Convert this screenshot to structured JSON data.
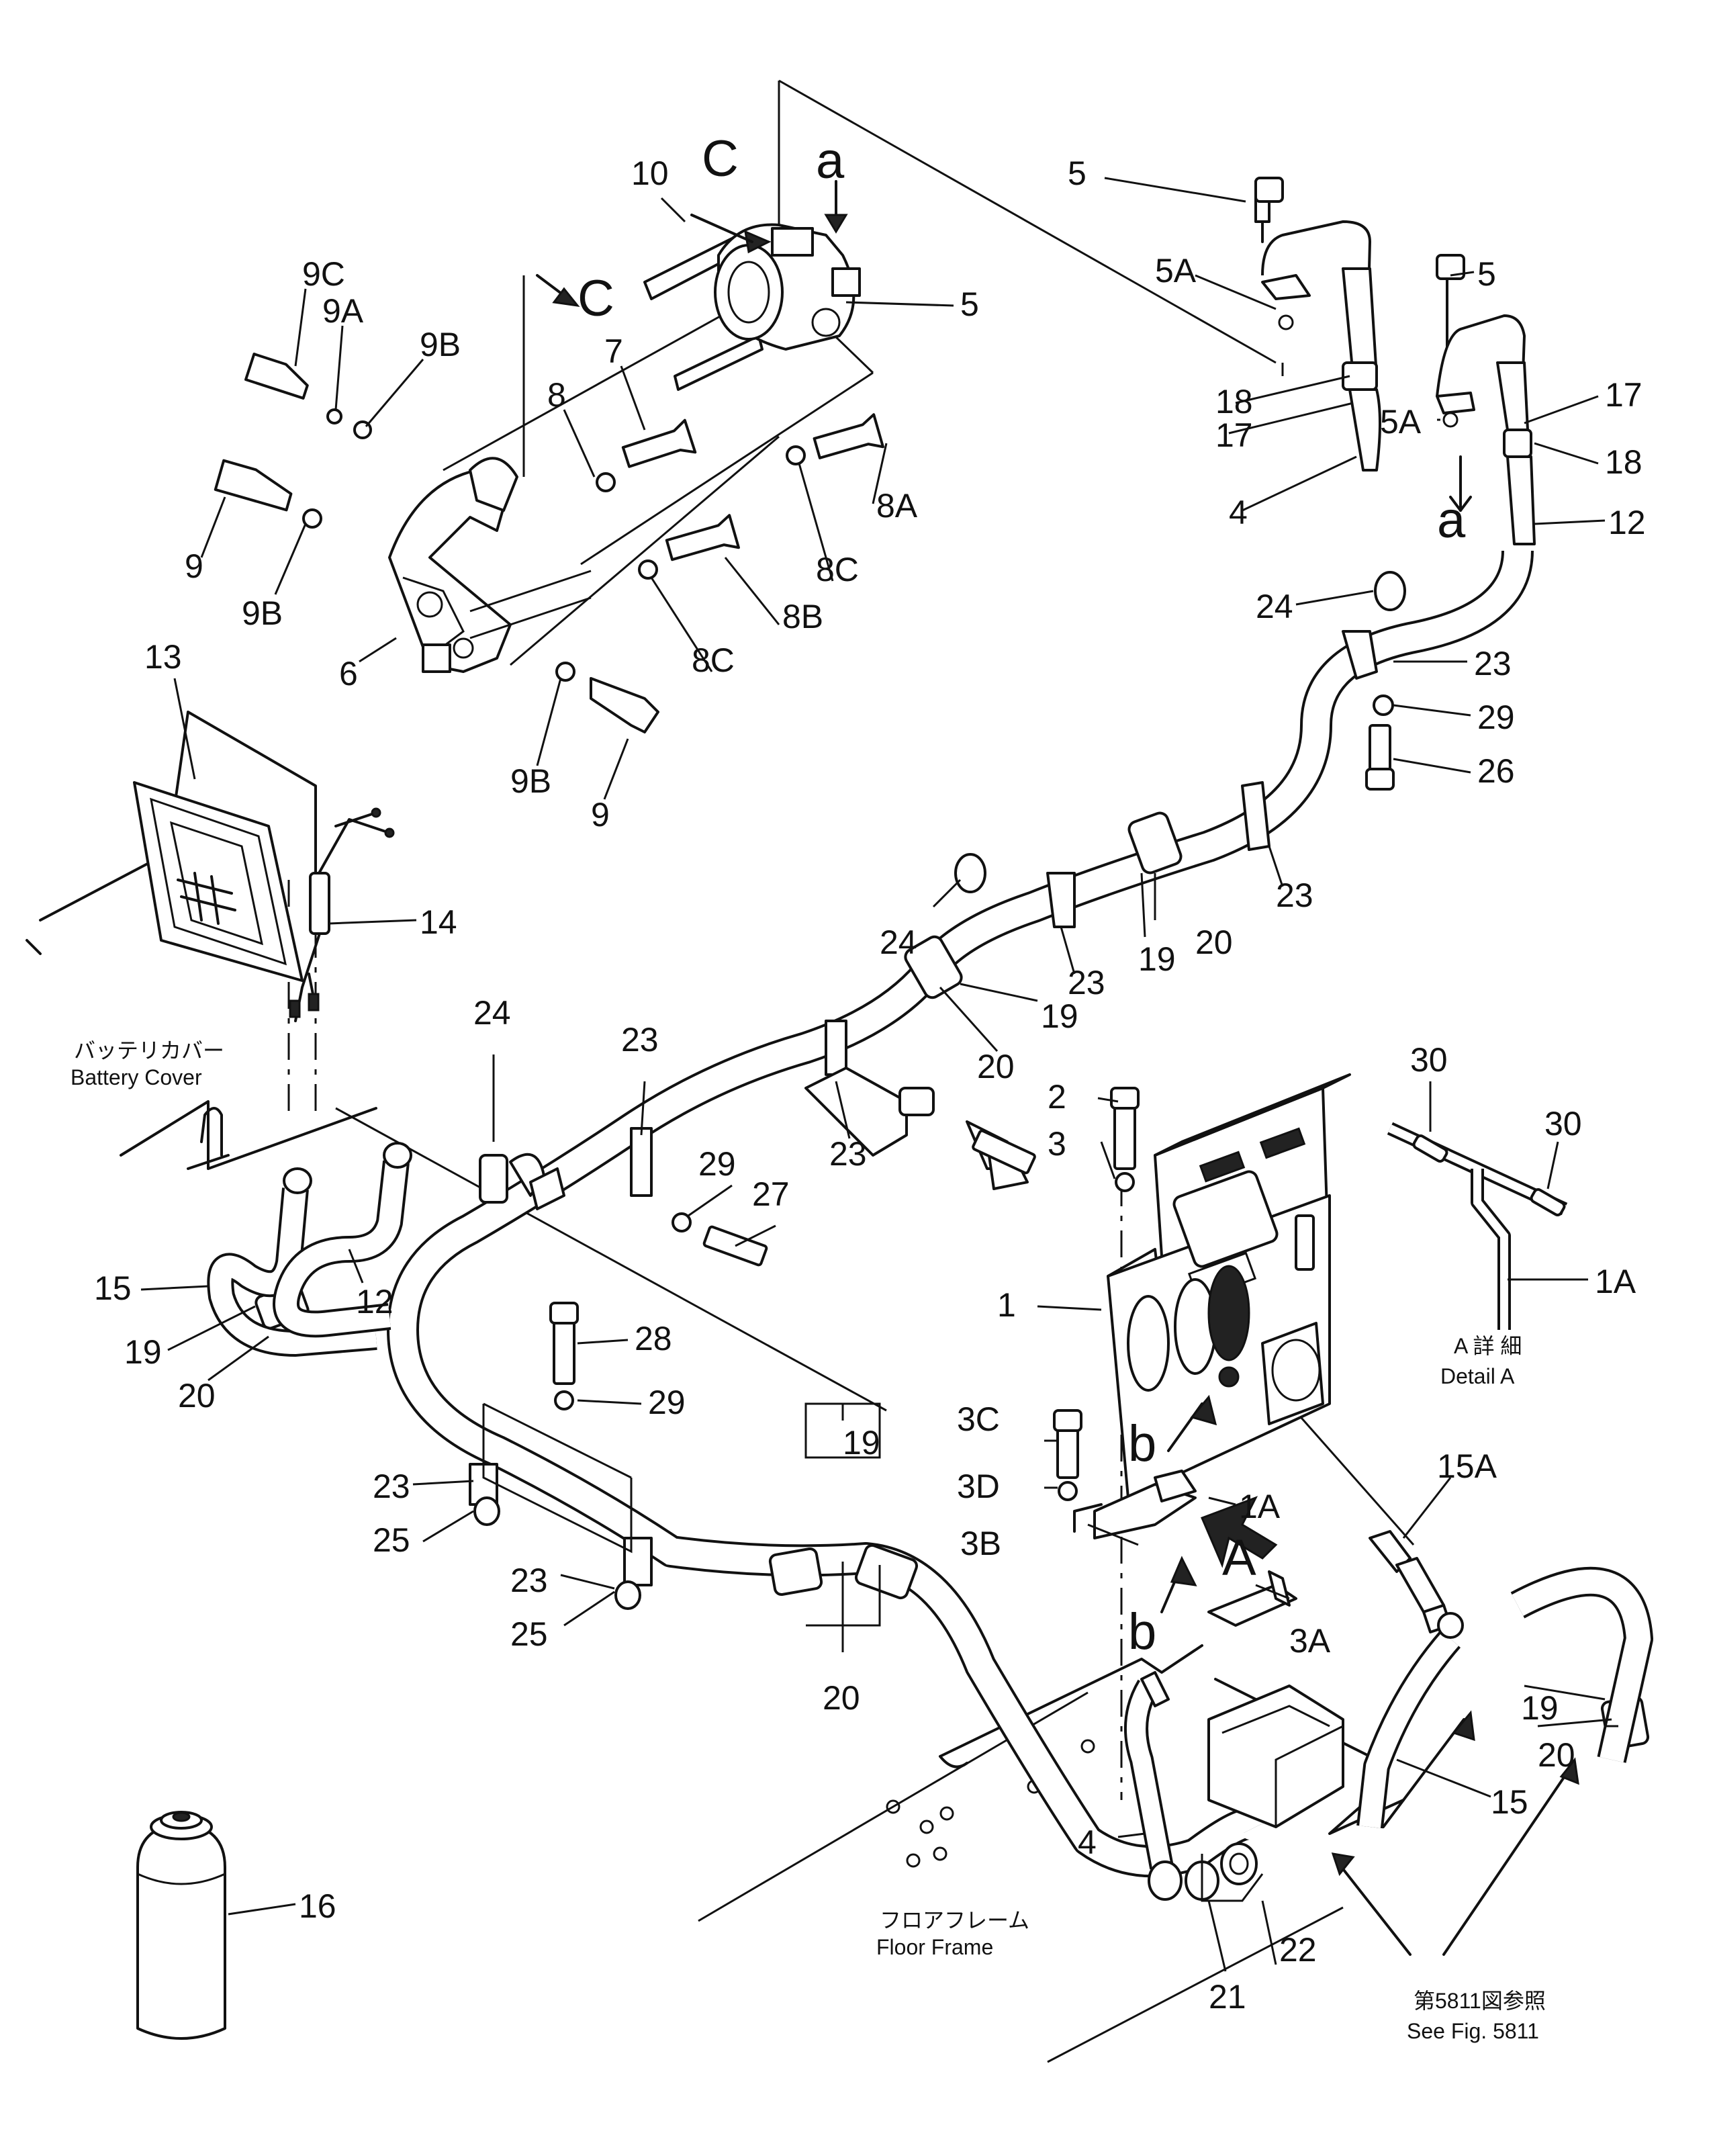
{
  "labels": {
    "p10": "10",
    "pC1": "C",
    "pa1": "a",
    "p5a": "5",
    "p9C": "9C",
    "p9A": "9A",
    "p9B_1": "9B",
    "pC2": "C",
    "p7": "7",
    "p8": "8",
    "p8A": "8A",
    "p9_1": "9",
    "p9B_2": "9B",
    "p8C_1": "8C",
    "p8B": "8B",
    "p6": "6",
    "p8C_2": "8C",
    "p9B_3": "9B",
    "p9_2": "9",
    "p5b": "5",
    "p5A_1": "5A",
    "p5c": "5",
    "p18_1": "18",
    "p17_1": "17",
    "p17_2": "17",
    "p5A_2": "5A",
    "p18_2": "18",
    "pa2": "a",
    "p4_1": "4",
    "p12_1": "12",
    "p24_1": "24",
    "p23_1": "23",
    "p29_1": "29",
    "p26": "26",
    "p13": "13",
    "p14": "14",
    "p23_2": "23",
    "p24_2": "24",
    "p19_1": "19",
    "p20_1": "20",
    "p23_3": "23",
    "p19_2": "19",
    "p20_2": "20",
    "p24_3": "24",
    "p23_4": "23",
    "p2": "2",
    "p3": "3",
    "p30_1": "30",
    "p30_2": "30",
    "p29_2": "29",
    "p27": "27",
    "p23_5": "23",
    "p1": "1",
    "p1A_1": "1A",
    "p15_1": "15",
    "p12_2": "12",
    "p19_3": "19",
    "p20_3": "20",
    "p28": "28",
    "p29_3": "29",
    "p3C": "3C",
    "pb1": "b",
    "p3D": "3D",
    "p1A_2": "1A",
    "p19_4": "19",
    "p23_6": "23",
    "p25_1": "25",
    "p3B": "3B",
    "pA": "A",
    "p15A": "15A",
    "p23_7": "23",
    "p25_2": "25",
    "pb2": "b",
    "p3A": "3A",
    "p20_4": "20",
    "p19_5": "19",
    "p20_5": "20",
    "p15_2": "15",
    "p4_2": "4",
    "p16": "16",
    "p21": "21",
    "p22": "22"
  },
  "captions": {
    "battery_cover_jp": "バッテリカバー",
    "battery_cover_en": "Battery Cover",
    "detail_a_jp": "A 詳 細",
    "detail_a_en": "Detail A",
    "floor_frame_jp": "フロアフレーム",
    "floor_frame_en": "Floor Frame",
    "see_fig_jp": "第5811図参照",
    "see_fig_en": "See Fig. 5811"
  }
}
